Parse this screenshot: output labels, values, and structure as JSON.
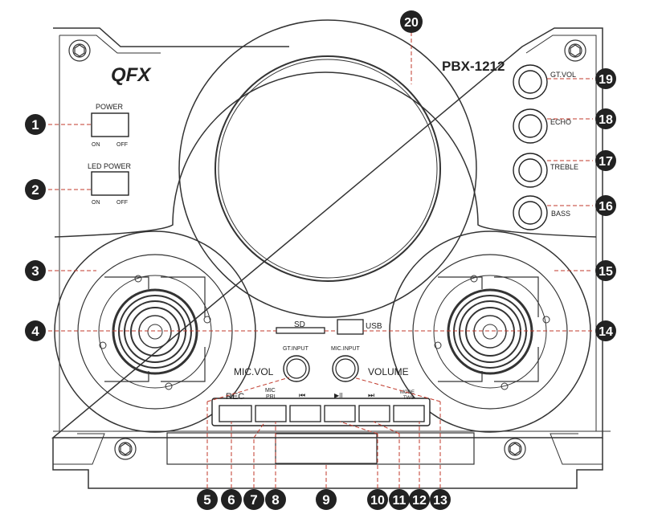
{
  "brand": "QFX",
  "model": "PBX-1212",
  "switches": {
    "power": {
      "label": "POWER",
      "on": "ON",
      "off": "OFF"
    },
    "led_power": {
      "label": "LED POWER",
      "on": "ON",
      "off": "OFF"
    }
  },
  "knobs_right": [
    "GT.VOL",
    "ECHO",
    "TREBLE",
    "BASS"
  ],
  "ports": {
    "sd": "SD",
    "usb": "USB"
  },
  "knobs_front": {
    "mic_vol": "MIC.VOL",
    "gt_input": "GT.INPUT",
    "mic_input": "MIC.INPUT",
    "volume": "VOLUME"
  },
  "buttons": {
    "rec": "REC",
    "mic_pri_1": "MIC",
    "mic_pri_2": "PRI",
    "prev": "⏮",
    "play_pause": "▶II",
    "next": "⏭",
    "mode_1": "MODE",
    "mode_2": "TWS"
  },
  "callouts": [
    "1",
    "2",
    "3",
    "4",
    "5",
    "6",
    "7",
    "8",
    "9",
    "10",
    "11",
    "12",
    "13",
    "14",
    "15",
    "16",
    "17",
    "18",
    "19",
    "20"
  ]
}
